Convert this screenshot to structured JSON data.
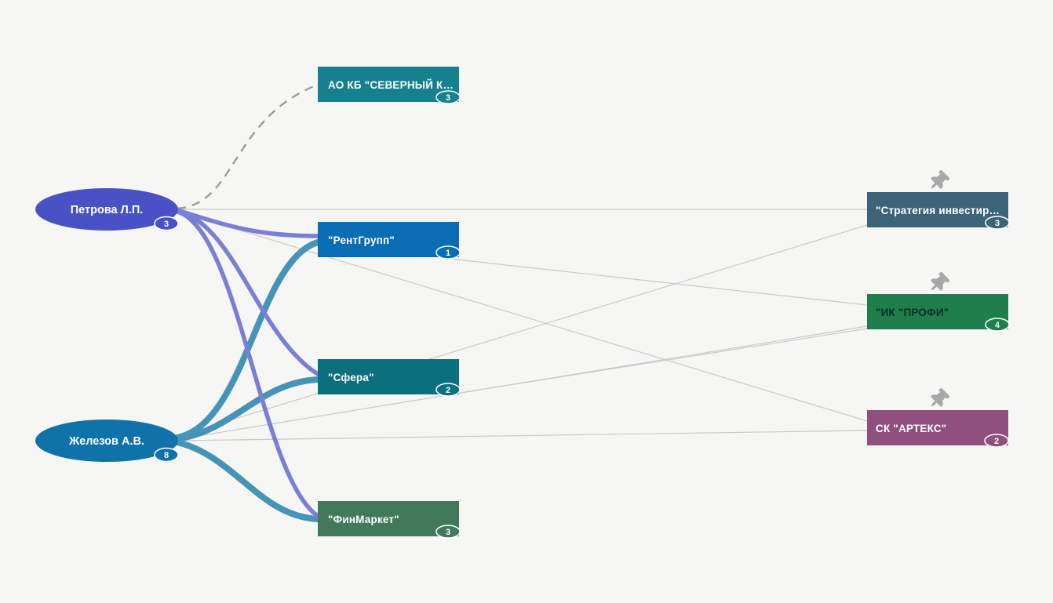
{
  "nodes": {
    "petrova": {
      "label": "Петрова Л.П.",
      "badge": "3",
      "color": "#4852c6",
      "text_color": "#ffffff",
      "type": "person"
    },
    "zhelezov": {
      "label": "Железов А.В.",
      "badge": "8",
      "color": "#0f72a8",
      "text_color": "#ffffff",
      "type": "person"
    },
    "severny": {
      "label": "АО КБ \"СЕВЕРНЫЙ К…",
      "badge": "3",
      "color": "#16808e",
      "text_color": "#ffffff",
      "type": "company"
    },
    "rentgrupp": {
      "label": "\"РентГрупп\"",
      "badge": "1",
      "color": "#0a6cb3",
      "text_color": "#ffffff",
      "type": "company"
    },
    "sfera": {
      "label": "\"Сфера\"",
      "badge": "2",
      "color": "#0c6f7d",
      "text_color": "#ffffff",
      "type": "company"
    },
    "finmarket": {
      "label": "\"ФинМаркет\"",
      "badge": "3",
      "color": "#41795a",
      "text_color": "#ffffff",
      "type": "company"
    },
    "strategia": {
      "label": "\"Стратегия инвестир…",
      "badge": "3",
      "color": "#3c6378",
      "text_color": "#ffffff",
      "type": "company",
      "pinned": true
    },
    "profi": {
      "label": "\"ИК \"ПРОФИ\"",
      "badge": "4",
      "color": "#1f7f4c",
      "text_color": "#0d2e1d",
      "type": "company",
      "pinned": true
    },
    "arteks": {
      "label": "СК \"АРТЕКС\"",
      "badge": "2",
      "color": "#8f5080",
      "text_color": "#ffffff",
      "type": "company",
      "pinned": true
    }
  },
  "connections": [
    {
      "from": "Петрова Л.П.",
      "to": "АО КБ \"СЕВЕРНЫЙ К…",
      "style": "dashed"
    },
    {
      "from": "Петрова Л.П.",
      "to": "\"РентГрупп\"",
      "style": "thick"
    },
    {
      "from": "Петрова Л.П.",
      "to": "\"Сфера\"",
      "style": "thick"
    },
    {
      "from": "Петрова Л.П.",
      "to": "\"ФинМаркет\"",
      "style": "thick"
    },
    {
      "from": "Петрова Л.П.",
      "to": "\"Стратегия инвестир…",
      "style": "thin"
    },
    {
      "from": "Петрова Л.П.",
      "to": "СК \"АРТЕКС\"",
      "style": "thin"
    },
    {
      "from": "Железов А.В.",
      "to": "\"РентГрупп\"",
      "style": "thick"
    },
    {
      "from": "Железов А.В.",
      "to": "\"Сфера\"",
      "style": "thick"
    },
    {
      "from": "Железов А.В.",
      "to": "\"ФинМаркет\"",
      "style": "thick"
    },
    {
      "from": "Железов А.В.",
      "to": "\"Стратегия инвестир…",
      "style": "thin"
    },
    {
      "from": "Железов А.В.",
      "to": "\"ИК \"ПРОФИ\"",
      "style": "thin"
    },
    {
      "from": "Железов А.В.",
      "to": "СК \"АРТЕКС\"",
      "style": "thin"
    },
    {
      "from": "\"РентГрупп\"",
      "to": "\"ИК \"ПРОФИ\"",
      "style": "thin"
    },
    {
      "from": "\"Сфера\"",
      "to": "\"ИК \"ПРОФИ\"",
      "style": "thin"
    }
  ],
  "styles": {
    "background": "#f6f6f5",
    "edge_thin_color": "#c9c9c9",
    "edge_dashed_color": "#9b9b9b",
    "petrova_edge_color": "#7a7fd6",
    "zhelezov_edge_color": "#4693b8",
    "pin_color": "#a8a8a8",
    "badge_text_color": "#ffffff"
  }
}
